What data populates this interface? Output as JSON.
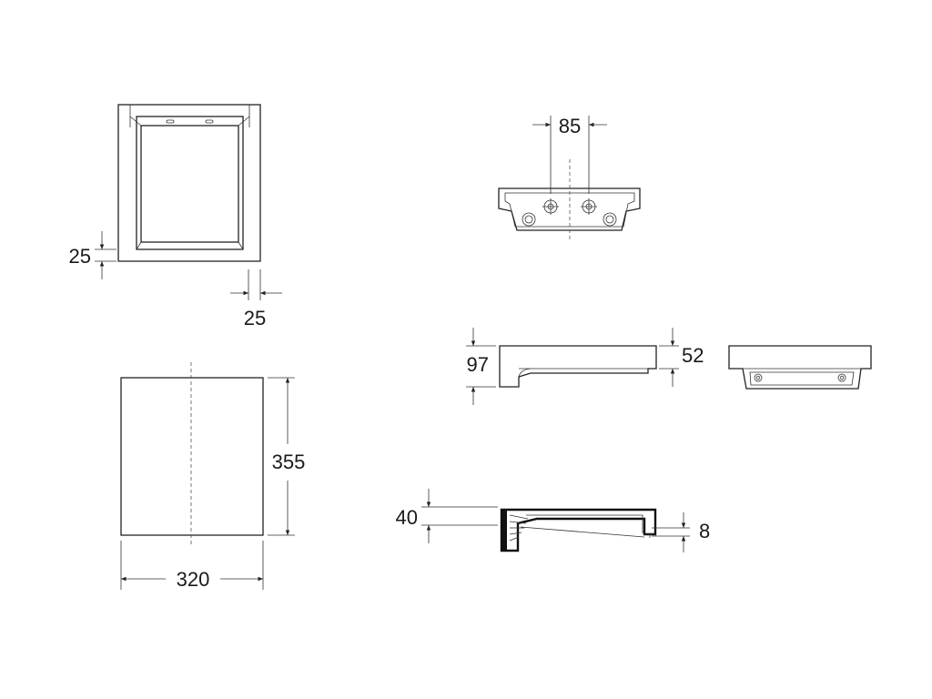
{
  "dimensions": {
    "top_view_frame": "25",
    "top_view_side": "25",
    "front_width": "320",
    "front_height": "355",
    "bracket_spacing": "85",
    "profile_height": "97",
    "profile_lip": "52",
    "section_depth": "40",
    "section_rim": "8"
  },
  "line_color": "#222222"
}
